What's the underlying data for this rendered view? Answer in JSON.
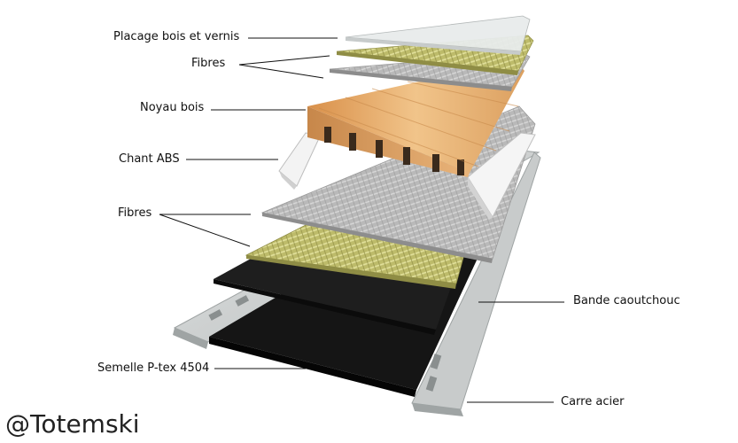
{
  "labels": {
    "placage": "Placage bois et vernis",
    "fibres_top": "Fibres",
    "noyau": "Noyau bois",
    "chant": "Chant ABS",
    "fibres_bottom": "Fibres",
    "bande": "Bande caoutchouc",
    "semelle": "Semelle P-tex 4504",
    "carre": "Carre acier"
  },
  "watermark": "@Totemski",
  "colors": {
    "wood": "#e0a566",
    "fiber_yellow": "#c9c77a",
    "fiber_grey": "#b5b5b5",
    "rubber": "#1a1a1a",
    "steel": "#cfd2d2",
    "abs_white": "#f2f2f2"
  }
}
